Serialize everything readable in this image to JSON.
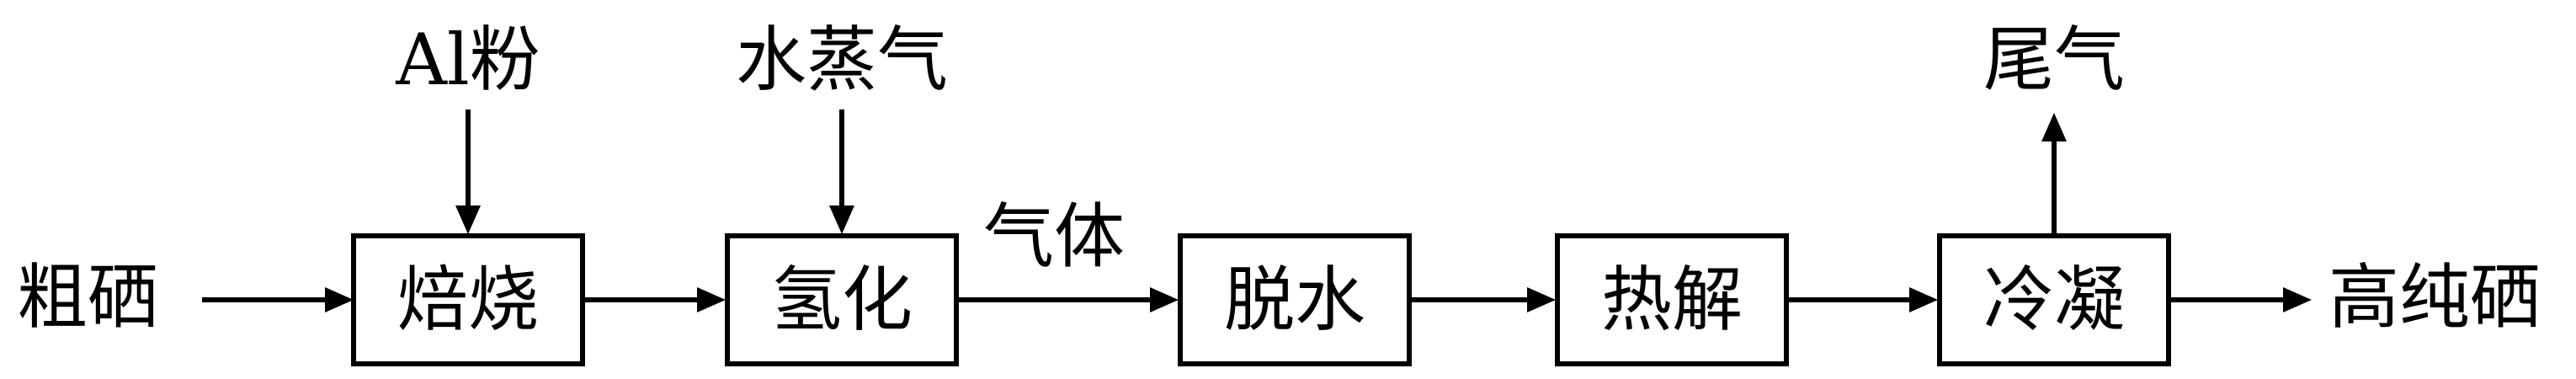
{
  "colors": {
    "ink": "#000000",
    "background": "#ffffff"
  },
  "diagram": {
    "input": "粗硒",
    "output": "高纯硒",
    "steps": [
      {
        "label": "焙烧",
        "feed": "Al粉"
      },
      {
        "label": "氢化",
        "feed": "水蒸气"
      },
      {
        "label": "脱水"
      },
      {
        "label": "热解"
      },
      {
        "label": "冷凝",
        "exhaust": "尾气"
      }
    ],
    "edge_labels": {
      "step2_to_step3": "气体"
    }
  }
}
